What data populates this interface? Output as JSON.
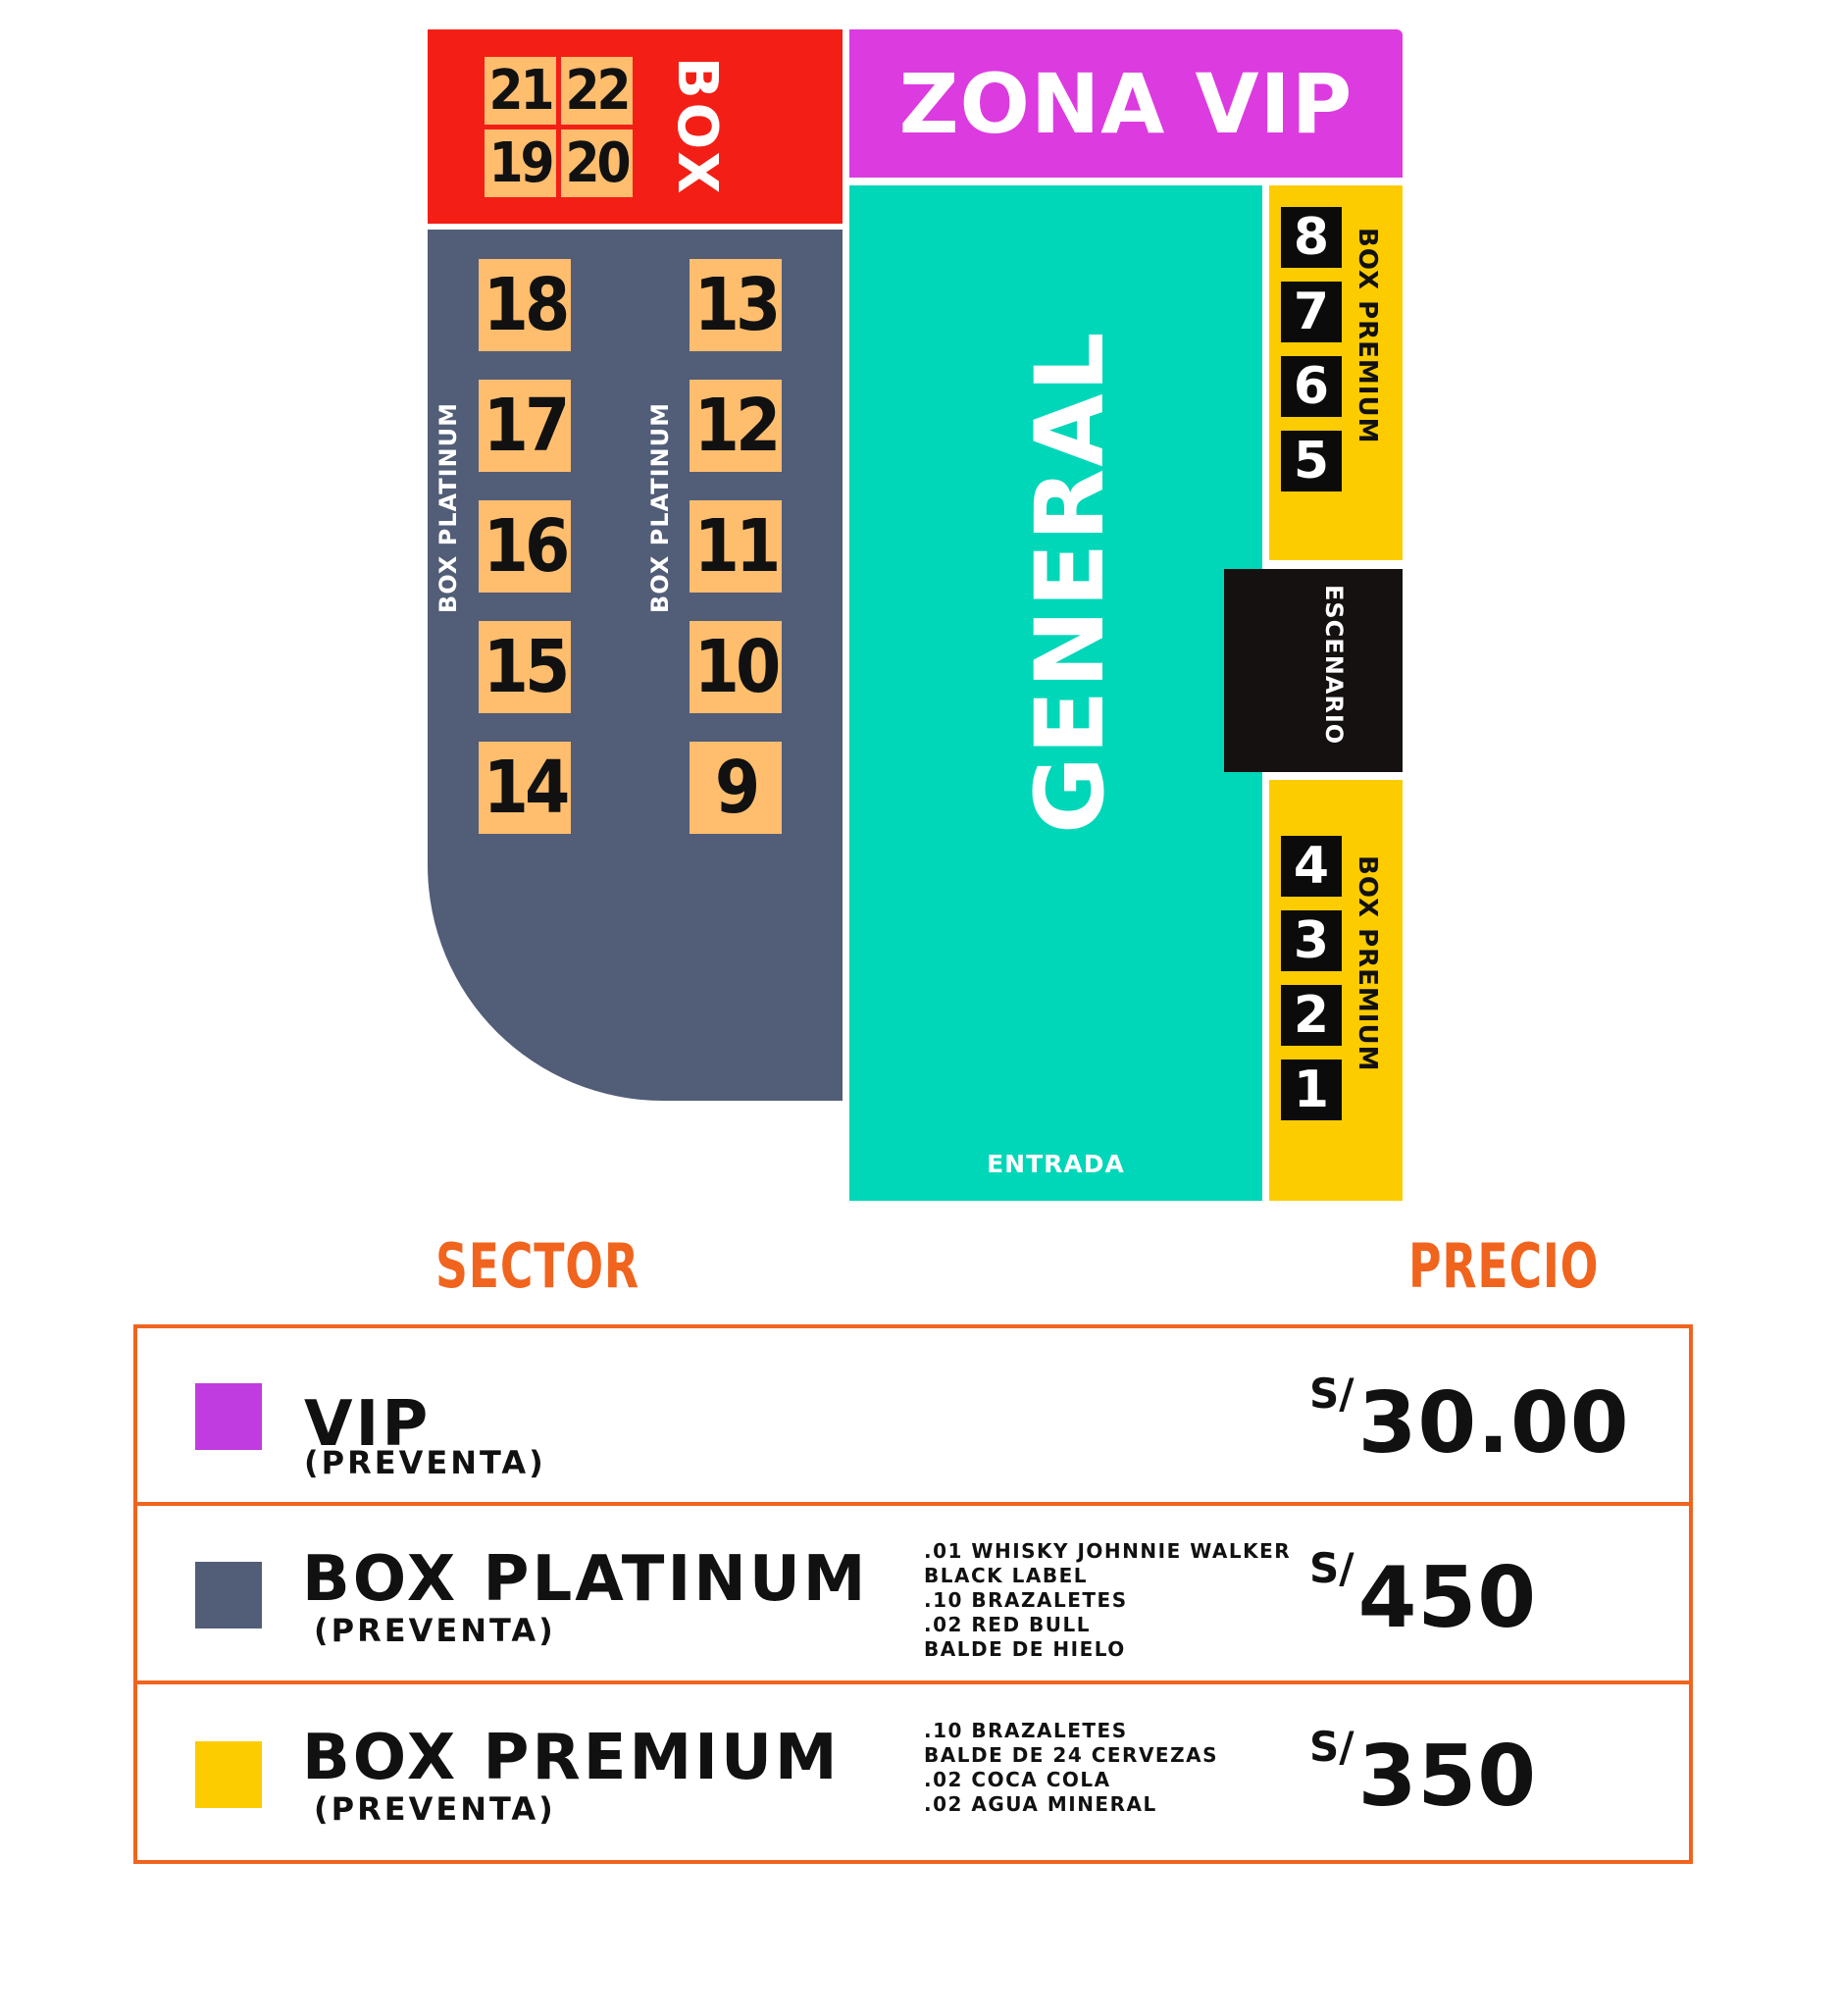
{
  "map": {
    "box_label": "BOX",
    "vip_label": "ZONA VIP",
    "general_label": "GENERAL",
    "platinum_label": "BOX PLATINUM",
    "premium_label": "BOX PREMIUM",
    "stage_label": "ESCENARIO",
    "entrance_label": "ENTRADA",
    "box_seats": [
      "21",
      "22",
      "19",
      "20"
    ],
    "platinum_left": [
      "18",
      "17",
      "16",
      "15",
      "14"
    ],
    "platinum_right": [
      "13",
      "12",
      "11",
      "10",
      "9"
    ],
    "premium_top": [
      "8",
      "7",
      "6",
      "5"
    ],
    "premium_bottom": [
      "4",
      "3",
      "2",
      "1"
    ]
  },
  "headers": {
    "sector": "SECTOR",
    "price": "PRECIO"
  },
  "colors": {
    "vip": "#dc3be0",
    "platinum": "#525d78",
    "premium": "#fccc00",
    "box": "#f31f16",
    "general": "#00d6b8",
    "accent": "#f0641e"
  },
  "rows": [
    {
      "name": "VIP",
      "sub": "(PREVENTA)",
      "details": [],
      "currency": "S/",
      "price": "30.00"
    },
    {
      "name": "BOX PLATINUM",
      "sub": "(PREVENTA)",
      "details": [
        ".01 WHISKY JOHNNIE WALKER",
        "BLACK LABEL",
        ".10 BRAZALETES",
        ".02 RED BULL",
        "BALDE DE HIELO"
      ],
      "currency": "S/",
      "price": "450"
    },
    {
      "name": "BOX PREMIUM",
      "sub": "(PREVENTA)",
      "details": [
        ".10 BRAZALETES",
        "BALDE DE 24 CERVEZAS",
        ".02 COCA COLA",
        ".02 AGUA MINERAL"
      ],
      "currency": "S/",
      "price": "350"
    }
  ]
}
